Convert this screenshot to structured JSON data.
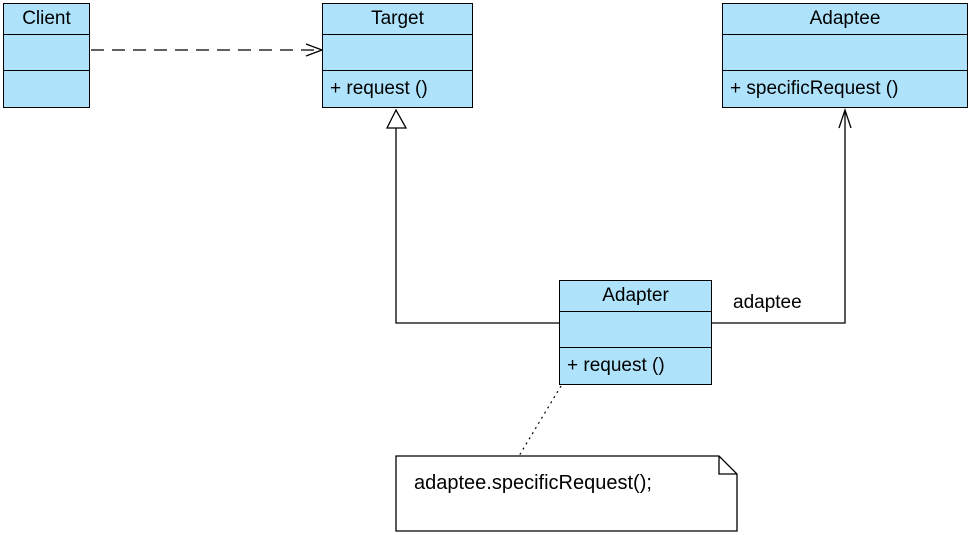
{
  "diagram": {
    "colors": {
      "class_fill": "#AEE3FB",
      "border": "#000000",
      "background": "#FFFFFF",
      "text": "#000000"
    },
    "classes": [
      {
        "name": "Client",
        "attributes": "",
        "method": ""
      },
      {
        "name": "Target",
        "attributes": "",
        "method": "+ request ()"
      },
      {
        "name": "Adaptee",
        "attributes": "",
        "method": "+ specificRequest ()"
      },
      {
        "name": "Adapter",
        "attributes": "",
        "method": "+ request ()"
      }
    ],
    "association_label": "adaptee",
    "note_text": "adaptee.specificRequest();"
  }
}
